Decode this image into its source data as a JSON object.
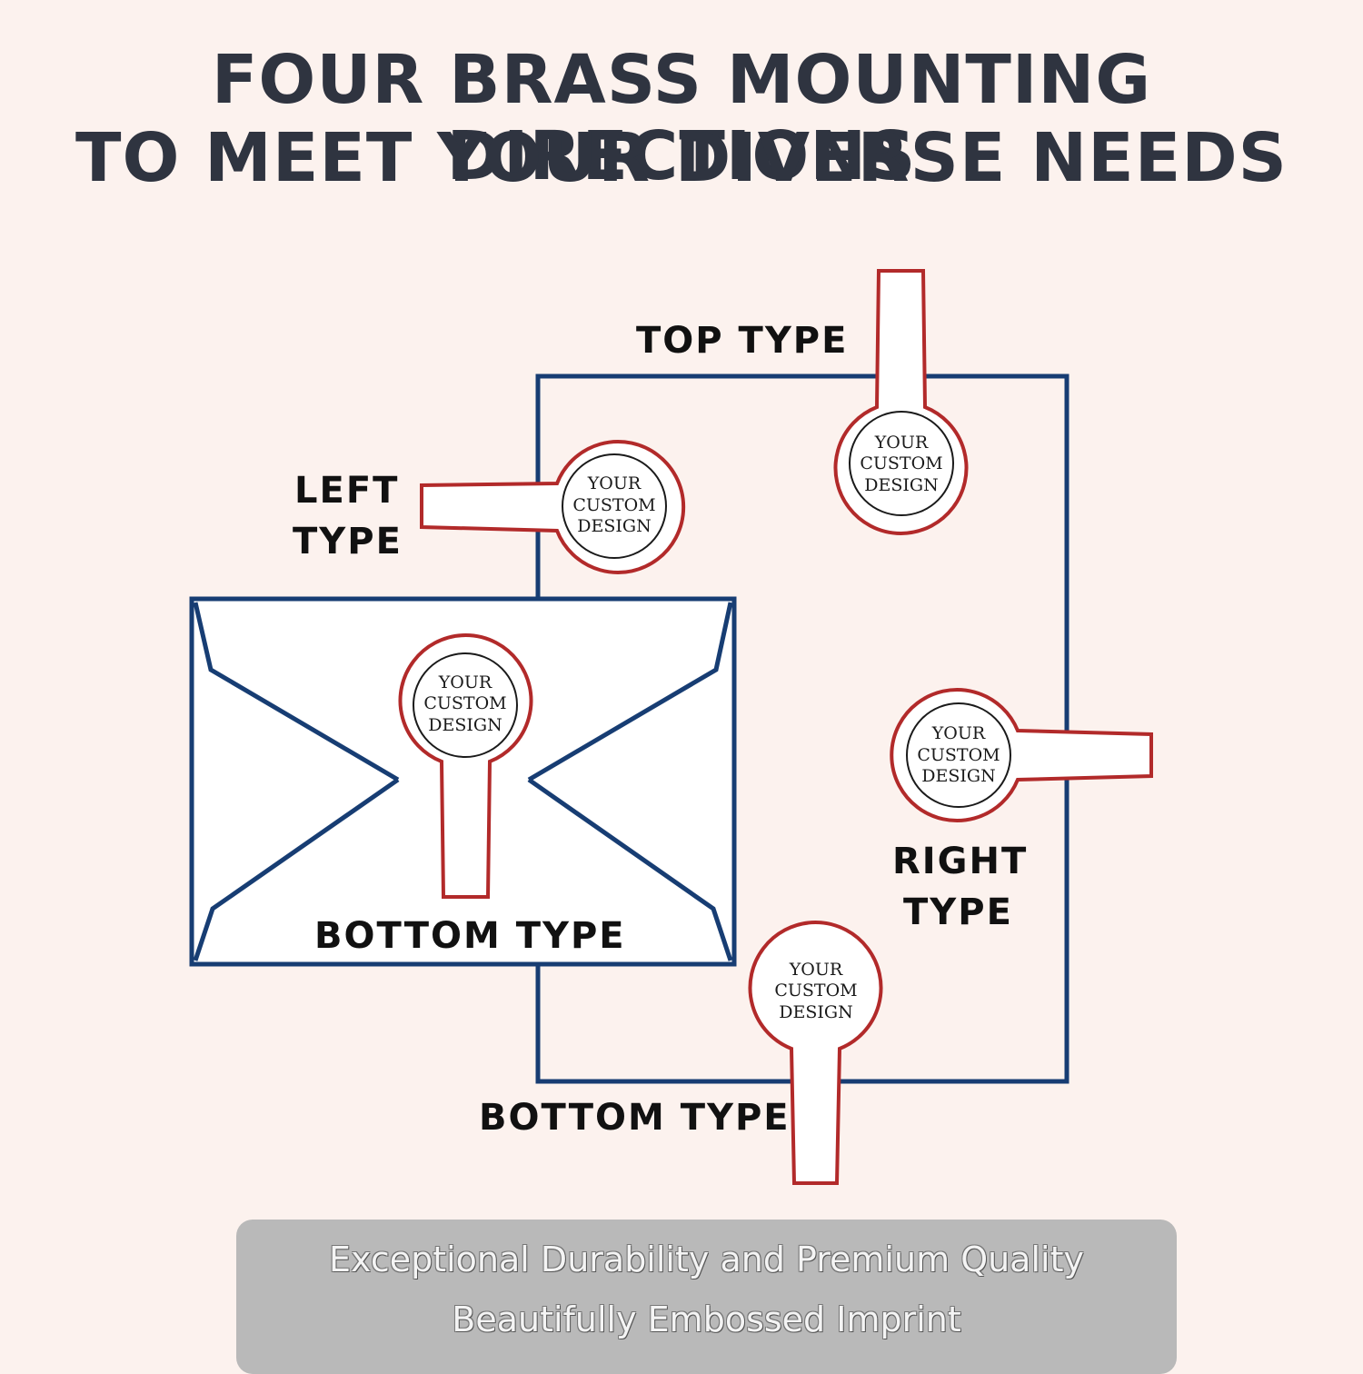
{
  "title": {
    "line1": "FOUR BRASS MOUNTING DIRECTIONS",
    "line2": "TO MEET YOUR DIVERSE NEEDS"
  },
  "labels": {
    "top": "TOP TYPE",
    "left_line1": "LEFT",
    "left_line2": "TYPE",
    "right_line1": "RIGHT",
    "right_line2": "TYPE",
    "bottom_envelope": "BOTTOM TYPE",
    "bottom": "BOTTOM TYPE"
  },
  "stamp_text": {
    "line1": "YOUR",
    "line2": "CUSTOM",
    "line3": "DESIGN"
  },
  "banner": {
    "line1": "Exceptional Durability and Premium Quality",
    "line2": "Beautifully Embossed Imprint"
  },
  "colors": {
    "background": "#fcf2ee",
    "navy_outline": "#173d73",
    "stamp_red": "#b22a2a",
    "title_text": "#2f3440",
    "banner_bg": "#b9b9b9"
  }
}
